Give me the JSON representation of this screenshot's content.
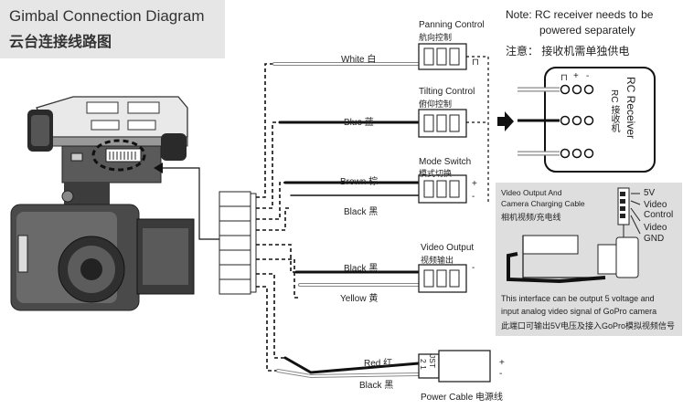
{
  "title": {
    "en": "Gimbal Connection Diagram",
    "cn": "云台连接线路图"
  },
  "note": {
    "en_line1": "Note:  RC receiver needs to be",
    "en_line2": "powered separately",
    "cn": "注意：  接收机需单独供电"
  },
  "controls": {
    "panning_en": "Panning Control",
    "panning_cn": "航向控制",
    "tilting_en": "Tilting Control",
    "tilting_cn": "俯仰控制",
    "mode_en": "Mode Switch",
    "mode_cn": "模式切换",
    "video_en": "Video Output",
    "video_cn": "视频输出",
    "power_en": "Power Cable 电源线"
  },
  "wires": {
    "white": "White 白",
    "blue": "Blue 蓝",
    "brown": "Brown 棕",
    "black1": "Black 黑",
    "black2": "Black 黑",
    "yellow": "Yellow 黄",
    "red": "Red 红",
    "black3": "Black 黑"
  },
  "symbols": {
    "plus": "+",
    "minus": "-",
    "signal": "⊓"
  },
  "receiver": {
    "en": "RC Receiver",
    "cn": "RC 接收机",
    "pins_signal": "⊓",
    "pins_plus": "+",
    "pins_minus": "-"
  },
  "jst": {
    "label": "JST",
    "pins": "2 1"
  },
  "inset": {
    "label_en": "Video Output And",
    "label_en2": "Camera Charging Cable",
    "label_cn": "相机视频/充电线",
    "pin_5v": "5V",
    "pin_video_ctrl1": "Video",
    "pin_video_ctrl2": "Control",
    "pin_video": "Video",
    "pin_gnd": "GND",
    "desc1": "This interface can be output 5 voltage and",
    "desc2": "input analog video signal of GoPro camera",
    "desc3": "此端口可输出5V电压及接入GoPro模拟视频信号"
  }
}
